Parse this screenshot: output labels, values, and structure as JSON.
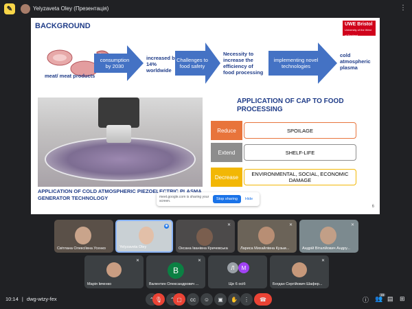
{
  "header": {
    "presenter_label": "Yelyzaveta Oley (Презентація)"
  },
  "slide": {
    "title": "BACKGROUND",
    "logo": {
      "brand": "UWE Bristol",
      "sub": "University of the West of England"
    },
    "meat_label": "meat/ meat products",
    "flow": {
      "arrow1": "consumption by 2030",
      "stat": "increased by 14% worldwide",
      "arrow2": "Challenges to food safety",
      "need": "Necessity to increase the efficiency of food processing",
      "arrow3": "implementing novel technologies",
      "goal": "cold atmospheric plasma"
    },
    "photo_caption": "APPLICATION OF COLD ATMOSPHERIC PIEZOELECTRIC PLASMA GENERATOR TECHNOLOGY",
    "cap_title": "APPLICATION OF CAP TO FOOD PROCESSING",
    "cap_rows": [
      {
        "label": "Reduce",
        "text": "SPOILAGE",
        "color": "#e8743b"
      },
      {
        "label": "Extend",
        "text": "SHELF-LIFE",
        "color": "#8d8d8d"
      },
      {
        "label": "Decrease",
        "text": "ENVIRONMENTAL, SOCIAL, ECONOMIC DAMAGE",
        "color": "#f2b705"
      }
    ],
    "page_number": "6"
  },
  "share_toast": {
    "text": "meet.google.com is sharing your screen.",
    "stop": "Stop sharing",
    "hide": "Hide"
  },
  "participants": [
    {
      "name": "Світлана Олексіївна Усенко"
    },
    {
      "name": "Yelyzaveta Oley"
    },
    {
      "name": "Оксана Іванівна Кричевська"
    },
    {
      "name": "Лариса Михайлівна Кузьм..."
    },
    {
      "name": "Андрій Віталійович Андру..."
    },
    {
      "name": "Марія Івченко"
    },
    {
      "name": "Валентин Олександрович ...",
      "initial": "B"
    },
    {
      "name": "Ще 6 осіб",
      "initials": [
        "Л",
        "М"
      ]
    },
    {
      "name": "Богдан Сергійович Шафер..."
    }
  ],
  "footer": {
    "time": "10:14",
    "meeting_code": "dwg-wtzy-fex",
    "people_count": "15"
  },
  "colors": {
    "accent": "#8ab4f8",
    "end_call": "#ea4335",
    "slide_title": "#1f3c88",
    "arrow_blue": "#4472c4"
  }
}
